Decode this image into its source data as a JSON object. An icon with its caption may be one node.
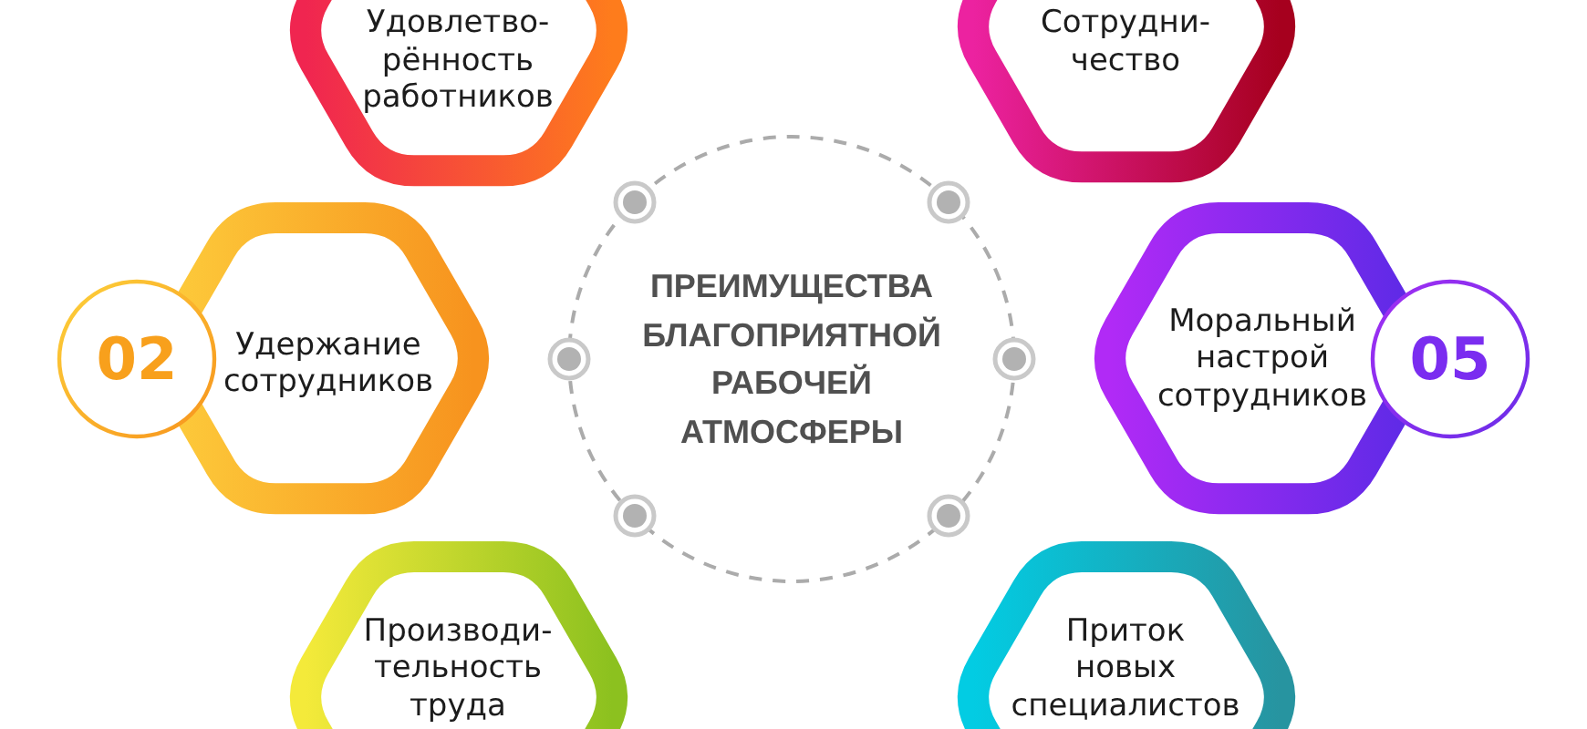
{
  "diagram": {
    "nodes": [
      {
        "text": [
          "Удовлетво- рённость работников"
        ]
      },
      {
        "text": [
          "Сотрудни- чество"
        ]
      },
      {
        "text": [
          "Удержание сотрудников"
        ],
        "beside": [
          "02"
        ]
      },
      {
        "text": [
          "ПРЕИМУЩЕСТВА БЛАГОПРИЯТНОЙ РАБОЧЕЙ АТМОСФЕРЫ"
        ]
      },
      {
        "text": [
          "Моральный настрой сотрудников"
        ],
        "beside": [
          "05"
        ]
      },
      {
        "text": [
          "Производи- тельность труда"
        ]
      },
      {
        "text": [
          "Приток новых специалистов"
        ]
      }
    ]
  }
}
